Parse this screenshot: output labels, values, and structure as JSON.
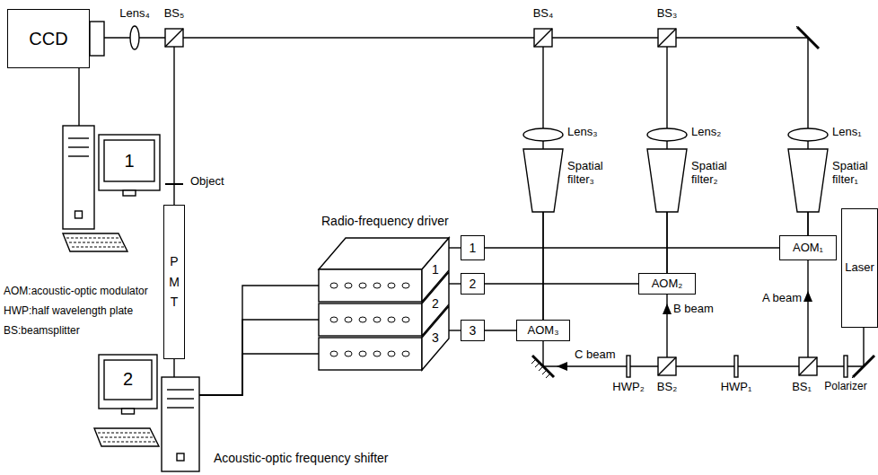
{
  "diagram": {
    "nodes": [
      {
        "text": [
          "CCD"
        ]
      },
      {
        "text": [
          "1"
        ]
      },
      {
        "text": [
          "Spatial filter₃"
        ]
      },
      {
        "text": [
          "Spatial filter₂"
        ]
      },
      {
        "text": [
          "Spatial filter₁"
        ]
      },
      {
        "text": [
          "PMT"
        ]
      },
      {
        "text": [
          "Laser"
        ]
      },
      {
        "text": [
          "1"
        ]
      },
      {
        "text": [
          "AOM₁"
        ]
      },
      {
        "text": [
          "1"
        ]
      },
      {
        "text": [
          "2"
        ]
      },
      {
        "text": [
          "AOM₂"
        ]
      },
      {
        "text": [
          "2"
        ]
      },
      {
        "text": [
          "3"
        ]
      },
      {
        "text": [
          "AOM₃"
        ]
      },
      {
        "text": [
          "3"
        ]
      },
      {
        "text": [
          "2"
        ]
      }
    ],
    "edges": [
      {
        "from": 0,
        "to": 1,
        "arrow": "none"
      },
      {
        "from": 9,
        "to": 7,
        "arrow": "none"
      },
      {
        "from": 7,
        "to": 8,
        "arrow": "none"
      },
      {
        "from": 12,
        "to": 10,
        "arrow": "none"
      },
      {
        "from": 10,
        "to": 11,
        "arrow": "none"
      },
      {
        "from": 15,
        "to": 13,
        "arrow": "none"
      },
      {
        "from": 13,
        "to": 14,
        "arrow": "none"
      },
      {
        "from": 8,
        "to": 4,
        "arrow": "none"
      },
      {
        "from": 11,
        "to": 3,
        "arrow": "none"
      },
      {
        "from": 14,
        "to": 2,
        "arrow": "none"
      },
      {
        "from": 5,
        "to": 16,
        "arrow": "none"
      },
      {
        "from": 16,
        "to": 9,
        "arrow": "none"
      },
      {
        "from": 16,
        "to": 12,
        "arrow": "none"
      },
      {
        "from": 16,
        "to": 15,
        "arrow": "none"
      }
    ],
    "labels": [
      "Lens₄",
      "BS₅",
      "BS₄",
      "BS₃",
      "Lens₃",
      "Lens₂",
      "Lens₁",
      "Object",
      "Radio-frequency driver",
      "AOM:acoustic-optic modulator",
      "HWP:half wavelength plate",
      "BS:beamsplitter",
      "B beam",
      "A beam",
      "C beam",
      "HWP₂",
      "BS₂",
      "HWP₁",
      "BS₁",
      "Polarizer",
      "Acoustic-optic frequency shifter"
    ]
  }
}
